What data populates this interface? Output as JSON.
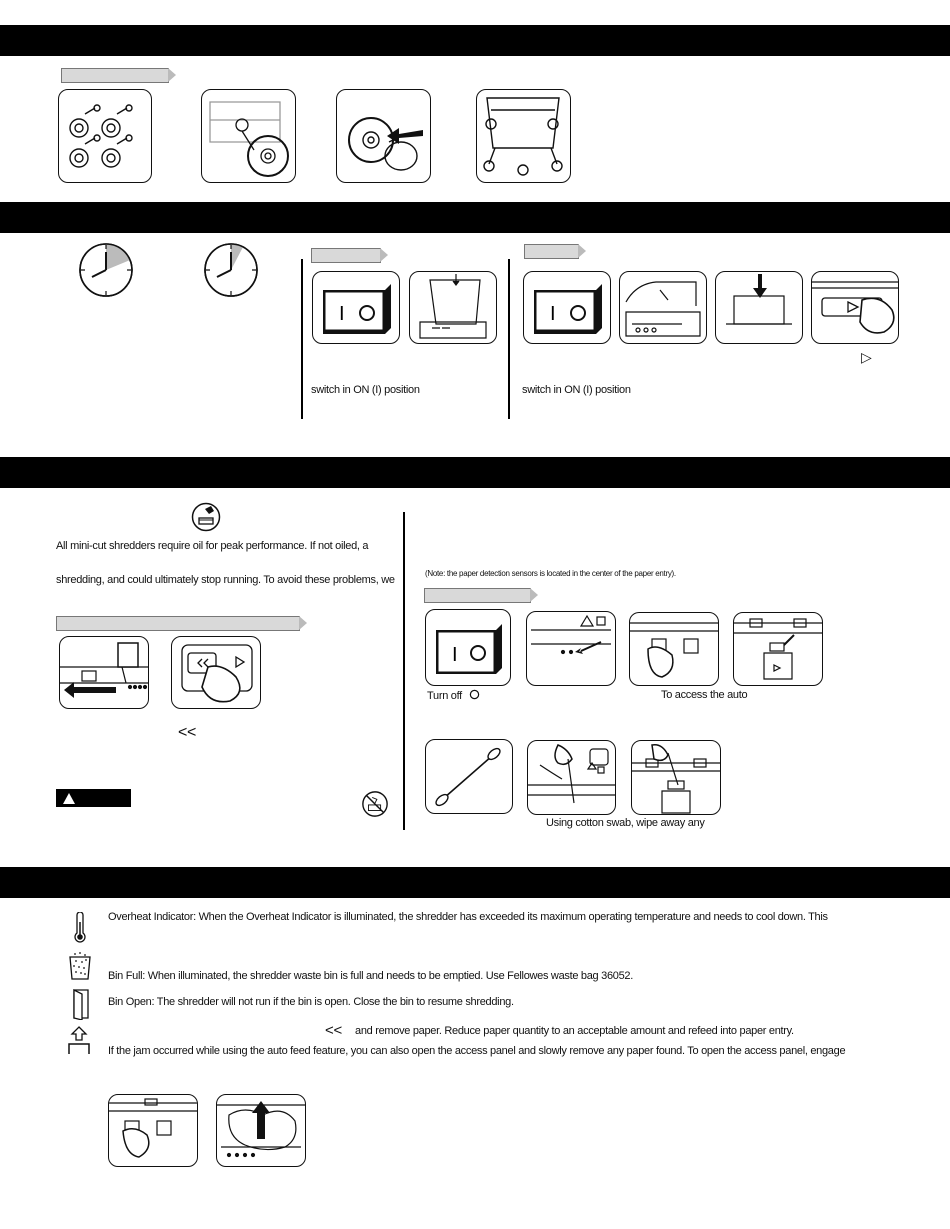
{
  "sections": {
    "power_switch_note_left": "switch in ON (I) position",
    "power_switch_note_right": "switch in ON (I) position",
    "play_symbol": "▷"
  },
  "maintenance": {
    "oil_text_1": "All mini-cut shredders require oil for peak performance. If not oiled, a",
    "oil_text_2": "shredding, and could ultimately stop running. To avoid these problems, we",
    "reverse_symbol": "<<",
    "caution_label": "CAUTION",
    "sensor_note": "(Note: the paper detection sensors is located in the center of the paper entry).",
    "turn_off_label": "Turn off",
    "access_auto_label": "To access the auto",
    "cotton_swab_label": "Using cotton swab, wipe away any"
  },
  "indicators": {
    "overheat": "Overheat Indicator:  When the Overheat Indicator is illuminated, the shredder has exceeded its maximum operating temperature and needs to cool down. This",
    "bin_full": "Bin Full: When illuminated, the shredder waste bin is full and needs to be emptied. Use Fellowes waste bag 36052.",
    "bin_open": "Bin Open: The shredder will not run if the bin is open. Close the bin to resume shredding.",
    "jam_reverse_symbol": "<<",
    "jam_line_1": "and remove paper. Reduce paper quantity to an acceptable amount and refeed into paper entry.",
    "jam_line_2": "If the jam occurred while using the auto feed feature, you can also open the access panel and slowly remove any paper found. To open the access panel, engage"
  }
}
